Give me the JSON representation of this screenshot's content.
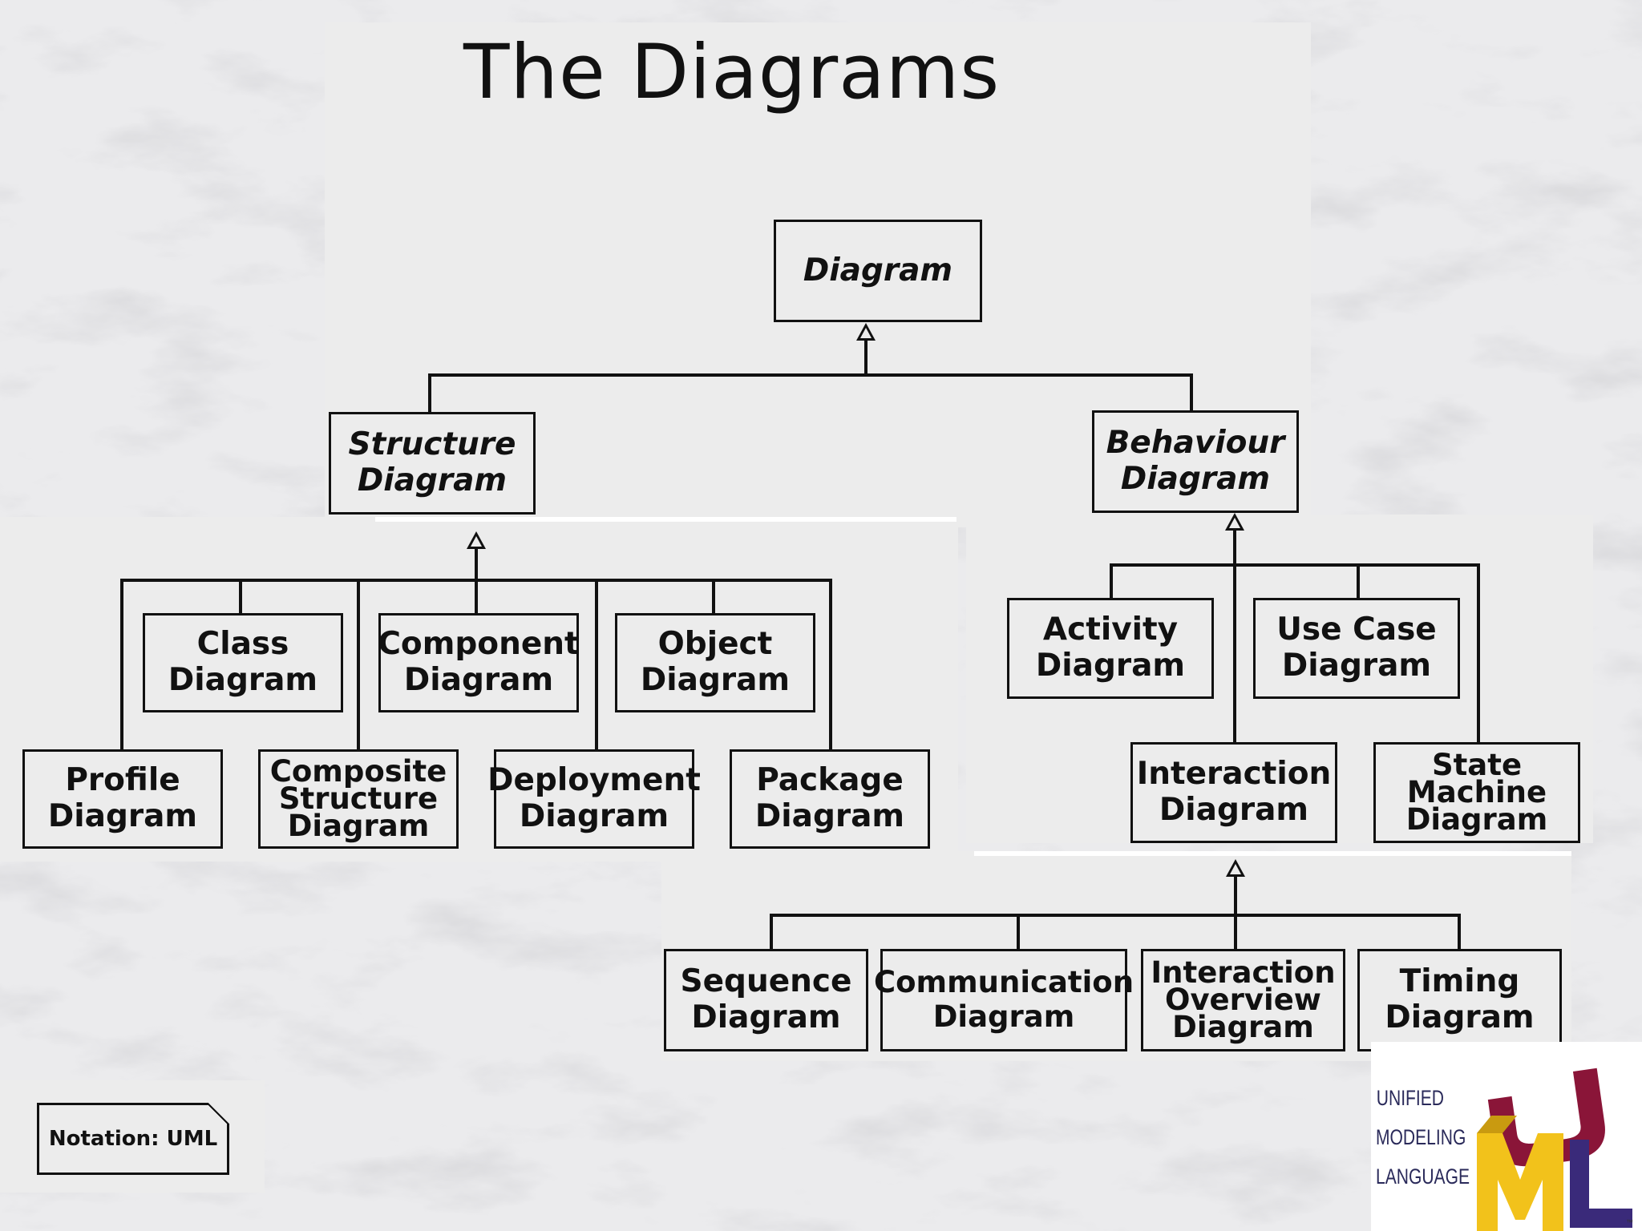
{
  "slide": {
    "title": "The Diagrams",
    "note": "Notation: UML"
  },
  "diagram": {
    "root": "Diagram",
    "structure": {
      "label": "Structure\nDiagram",
      "children": [
        "Class\nDiagram",
        "Component\nDiagram",
        "Object\nDiagram",
        "Profile\nDiagram",
        "Composite\nStructure\nDiagram",
        "Deployment\nDiagram",
        "Package\nDiagram"
      ]
    },
    "behaviour": {
      "label": "Behaviour\nDiagram",
      "children": [
        "Activity\nDiagram",
        "Use Case\nDiagram",
        "Interaction\nDiagram",
        "State\nMachine\nDiagram"
      ]
    },
    "interaction": {
      "children": [
        "Sequence\nDiagram",
        "Communication\nDiagram",
        "Interaction\nOverview\nDiagram",
        "Timing\nDiagram"
      ]
    }
  },
  "logo": {
    "line1": "UNIFIED",
    "line2": "MODELING",
    "line3": "LANGUAGE",
    "colors": {
      "u": "#8a1538",
      "m": "#f2c21b",
      "l": "#3a2a7a"
    }
  }
}
